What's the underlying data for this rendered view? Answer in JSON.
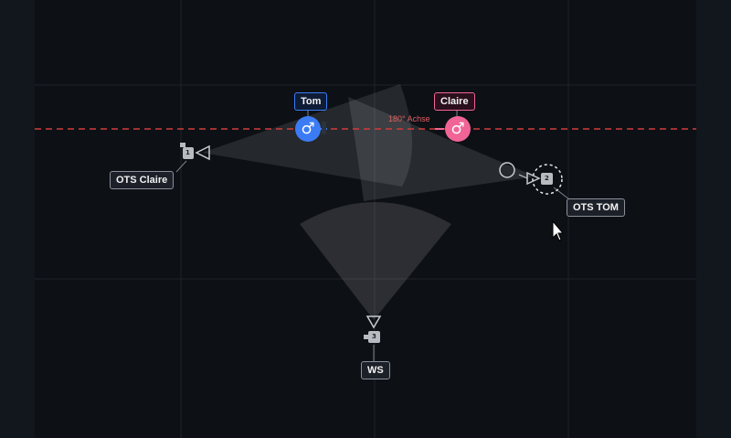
{
  "characters": {
    "tom": {
      "label": "Tom",
      "symbol": "♂",
      "color": "#3b7cf5"
    },
    "claire": {
      "label": "Claire",
      "symbol": "♂",
      "color": "#f06595"
    }
  },
  "axis": {
    "label": "180° Achse",
    "color": "#e05050"
  },
  "cameras": [
    {
      "number": "1",
      "label": "OTS Claire"
    },
    {
      "number": "2",
      "label": "OTS TOM"
    },
    {
      "number": "3",
      "label": "WS"
    }
  ]
}
